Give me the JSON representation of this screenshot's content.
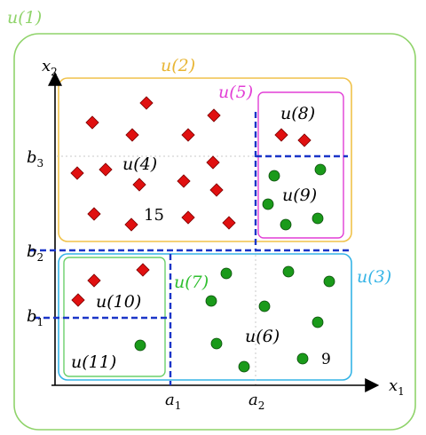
{
  "regions": {
    "u1": {
      "label": "u(1)",
      "color": "#8fd36a"
    },
    "u2": {
      "label": "u(2)",
      "color": "#f0c24a"
    },
    "u3": {
      "label": "u(3)",
      "color": "#35b4e6"
    },
    "u4": {
      "label": "u(4)",
      "color": "#000000"
    },
    "u5": {
      "label": "u(5)",
      "color": "#e23fd6"
    },
    "u6": {
      "label": "u(6)",
      "color": "#000000"
    },
    "u7": {
      "label": "u(7)",
      "color": "#2fbf2f"
    },
    "u8": {
      "label": "u(8)",
      "color": "#000000"
    },
    "u9": {
      "label": "u(9)",
      "color": "#000000"
    },
    "u10": {
      "label": "u(10)",
      "color": "#000000"
    },
    "u11": {
      "label": "u(11)",
      "color": "#000000"
    }
  },
  "axes": {
    "x_label": "x",
    "x_sub": "1",
    "y_label": "x",
    "y_sub": "2",
    "ticks": {
      "a1": {
        "main": "a",
        "sub": "1"
      },
      "a2": {
        "main": "a",
        "sub": "2"
      },
      "b1": {
        "main": "b",
        "sub": "1"
      },
      "b2": {
        "main": "b",
        "sub": "2"
      },
      "b3": {
        "main": "b",
        "sub": "3"
      }
    }
  },
  "counts": {
    "red_count": "15",
    "green_count": "9"
  },
  "colors": {
    "red": "#e01010",
    "green": "#1a9a1a",
    "dashed": "#1a35c8",
    "grid": "#c8c8c8"
  }
}
